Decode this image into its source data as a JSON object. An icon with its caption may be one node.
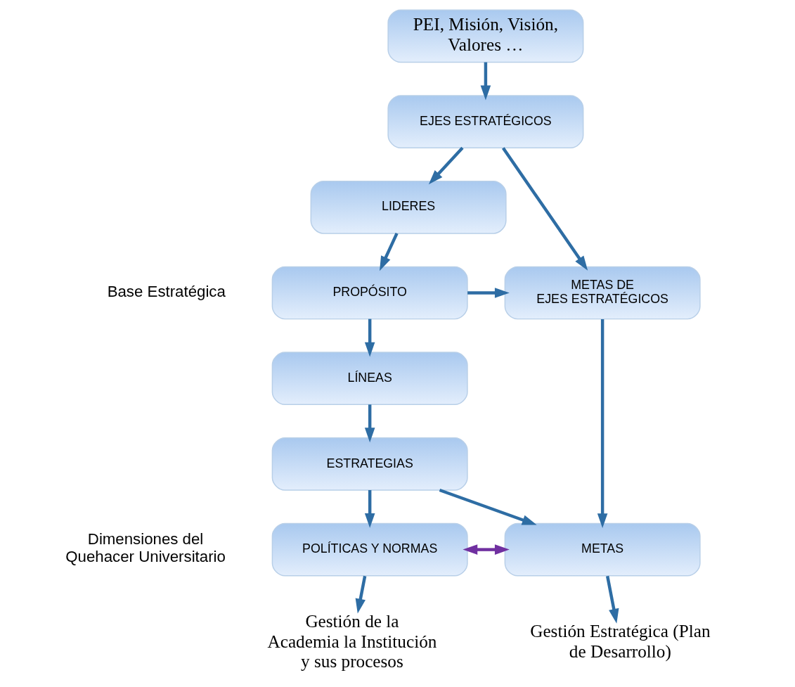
{
  "diagram": {
    "nodes": [
      {
        "text": [
          "PEI, Misión, Visión, Valores …"
        ]
      },
      {
        "text": [
          "EJES ESTRATÉGICOS"
        ]
      },
      {
        "text": [
          "LIDERES"
        ]
      },
      {
        "text": [
          "PROPÓSITO"
        ]
      },
      {
        "text": [
          "LÍNEAS"
        ]
      },
      {
        "text": [
          "ESTRATEGIAS"
        ]
      },
      {
        "text": [
          "METAS DE EJES ESTRATÉGICOS"
        ]
      },
      {
        "text": [
          "POLÍTICAS Y NORMAS"
        ]
      },
      {
        "text": [
          "METAS"
        ]
      },
      {
        "text": [
          "Gestión de la Academia la Institución y sus procesos"
        ]
      },
      {
        "text": [
          "Gestión Estratégica (Plan de Desarrollo)"
        ]
      }
    ],
    "edges": [
      {
        "from": 0,
        "to": 1,
        "arrow": "to"
      },
      {
        "from": 1,
        "to": 2,
        "arrow": "to"
      },
      {
        "from": 2,
        "to": 3,
        "arrow": "to"
      },
      {
        "from": 3,
        "to": 4,
        "arrow": "to"
      },
      {
        "from": 4,
        "to": 5,
        "arrow": "to"
      },
      {
        "from": 1,
        "to": 6,
        "arrow": "to"
      },
      {
        "from": 3,
        "to": 6,
        "arrow": "to"
      },
      {
        "from": 6,
        "to": 8,
        "arrow": "to"
      },
      {
        "from": 5,
        "to": 7,
        "arrow": "to"
      },
      {
        "from": 5,
        "to": 8,
        "arrow": "to"
      },
      {
        "from": 7,
        "to": 8,
        "arrow": "both",
        "color": "#7030a0"
      },
      {
        "from": 7,
        "to": 9,
        "arrow": "to"
      },
      {
        "from": 8,
        "to": 10,
        "arrow": "to"
      }
    ],
    "labels": [
      "Base Estratégica",
      "Dimensiones del Quehacer Universitario"
    ]
  }
}
